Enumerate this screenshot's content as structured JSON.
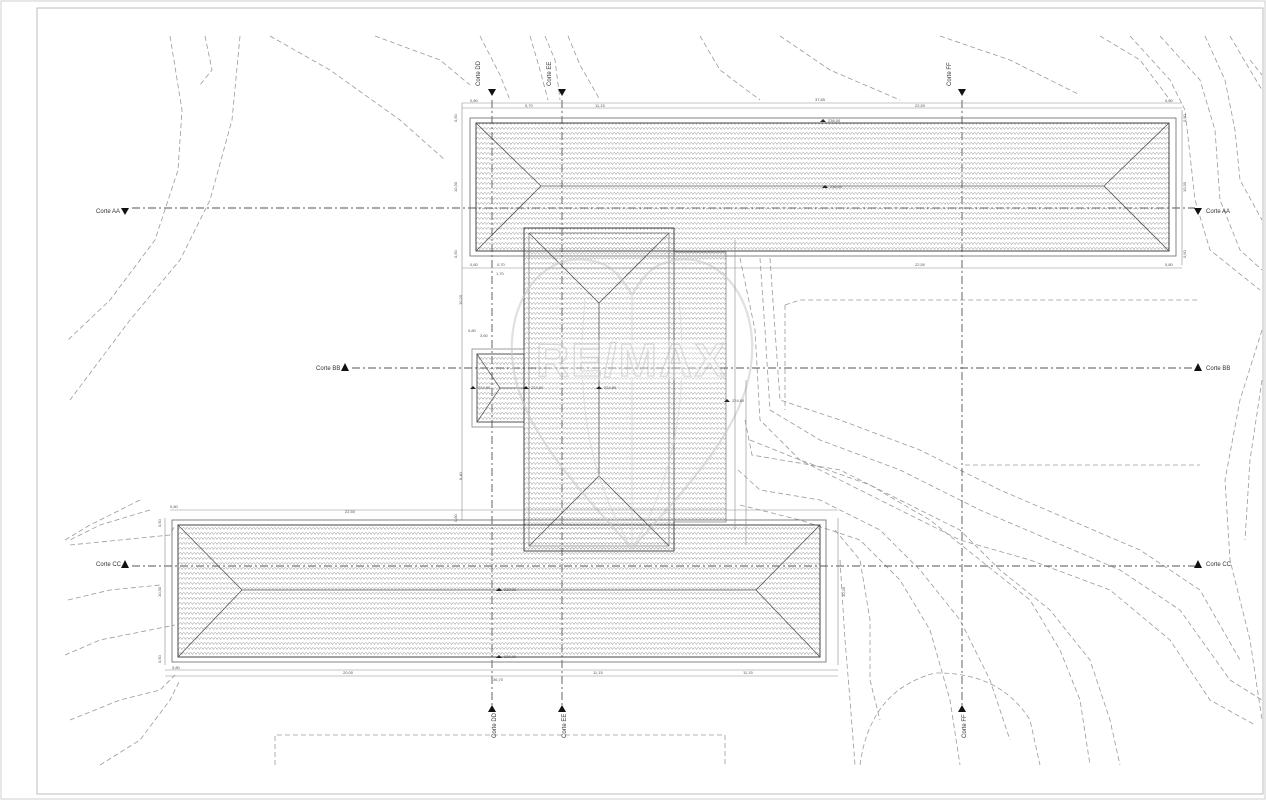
{
  "drawing": {
    "watermark": "RE/MAX",
    "sections": {
      "aa": "Corte AA",
      "bb": "Corte BB",
      "cc": "Corte CC",
      "dd": "Corte DD",
      "ee": "Corte EE",
      "ff": "Corte FF"
    },
    "dimensions": {
      "top_left": "0,80",
      "top_a": "5,70",
      "top_b": "11,15",
      "top_total": "37,85",
      "top_c": "22,50",
      "top_right": "0,80",
      "upper_h1": "0,50",
      "upper_h2": "10,30",
      "upper_h3": "0,50",
      "upper_bottom": "22,50",
      "upper_bottom_right": "0,80",
      "mid_a": "0,80",
      "mid_b": "0,70",
      "mid_c": "1,70",
      "mid_v1": "10,20",
      "mid_v2": "0,80",
      "mid_v3": "3,60",
      "mid_v4": "8,40",
      "mid_v5": "0,80",
      "lower_top_left": "0,80",
      "lower_top": "22,50",
      "lower_h1": "0,50",
      "lower_h2": "10,30",
      "lower_h3": "0,50",
      "lower_bottom_left": "0,80",
      "lower_bottom_a": "20,00",
      "lower_bottom_b": "11,15",
      "lower_bottom_c": "11,15",
      "lower_bottom_total": "36,70",
      "lower_right_v": "10,30"
    },
    "levels": {
      "upper_ridge": "236,00",
      "upper_center": "236,00",
      "center_a": "224,80",
      "center_b": "224,80",
      "center_c": "224,80",
      "center_d": "224,80",
      "lower_center": "230,00",
      "lower_bottom": "230,00"
    }
  }
}
